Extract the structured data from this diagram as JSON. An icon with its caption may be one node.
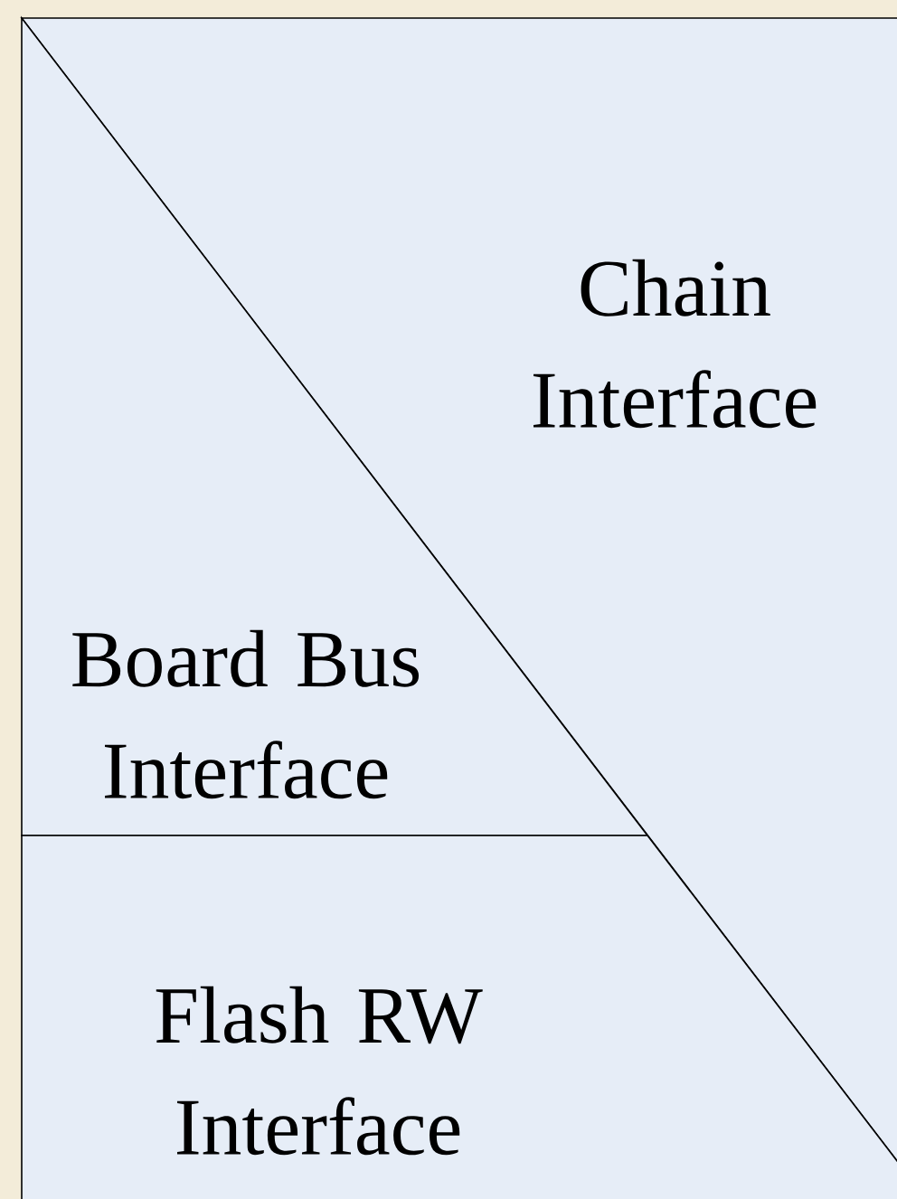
{
  "diagram": {
    "nodes": [
      {
        "text": [
          "Chain Interface"
        ]
      },
      {
        "text": [
          "Board Bus Interface"
        ]
      },
      {
        "text": [
          "Flash RW Interface"
        ]
      }
    ]
  }
}
